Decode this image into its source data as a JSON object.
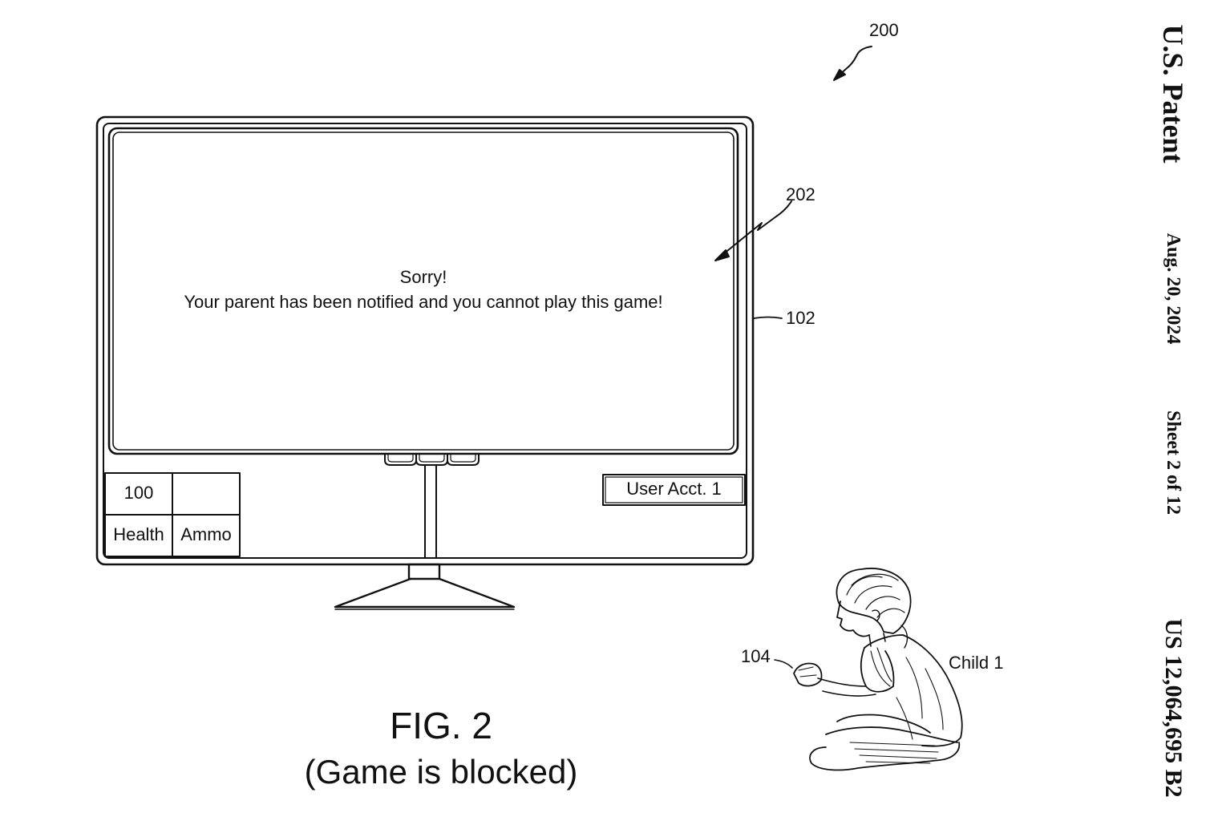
{
  "header": {
    "patent_label": "U.S. Patent",
    "date": "Aug. 20, 2024",
    "sheet": "Sheet 2 of 12",
    "patent_number": "US 12,064,695 B2"
  },
  "refs": {
    "system": "200",
    "message": "202",
    "display": "102",
    "controller": "104"
  },
  "screen": {
    "message_line1": "Sorry!",
    "message_line2": "Your parent has been notified and you cannot play this game!"
  },
  "hud": {
    "health_value": "100",
    "health_label": "Health",
    "ammo_value": "",
    "ammo_label": "Ammo",
    "user_account": "User Acct. 1"
  },
  "child_label": "Child 1",
  "figure": {
    "title": "FIG. 2",
    "caption": "(Game is blocked)"
  }
}
